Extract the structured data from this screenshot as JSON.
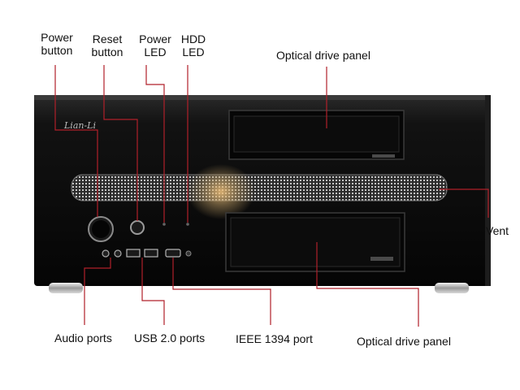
{
  "labels": {
    "power_button": "Power\nbutton",
    "reset_button": "Reset\nbutton",
    "power_led": "Power\nLED",
    "hdd_led": "HDD\nLED",
    "optical_drive_panel_top": "Optical drive panel",
    "vent": "Vent",
    "audio_ports": "Audio ports",
    "usb_ports": "USB 2.0 ports",
    "ieee_port": "IEEE 1394 port",
    "optical_drive_panel_bottom": "Optical drive panel"
  },
  "brand_logo_text": "Lian-Li",
  "colors": {
    "chassis": "#0e0e0e",
    "callout_line": "#b0202a",
    "label_text": "#111111"
  }
}
